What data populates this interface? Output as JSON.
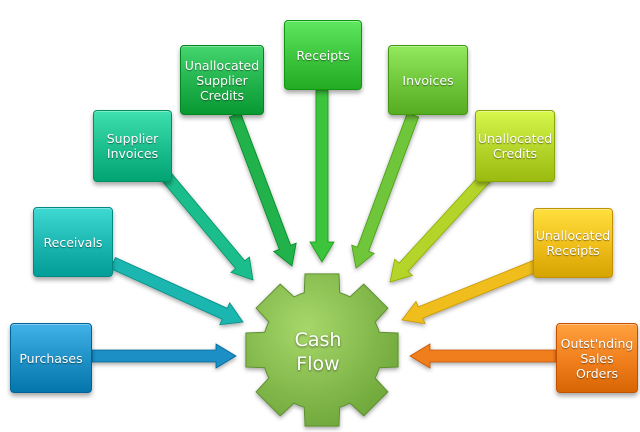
{
  "hub": {
    "label": "Cash\nFlow",
    "color": "#8cc63f"
  },
  "nodes": [
    {
      "id": "purchases",
      "label": "Purchases",
      "color": "#1d8fc4"
    },
    {
      "id": "receivals",
      "label": "Receivals",
      "color": "#1bb6b0"
    },
    {
      "id": "supplier-invoices",
      "label": "Supplier\nInvoices",
      "color": "#1cbd8c"
    },
    {
      "id": "unallocated-supplier-credits",
      "label": "Unallocated\nSupplier\nCredits",
      "color": "#22b24c"
    },
    {
      "id": "receipts",
      "label": "Receipts",
      "color": "#3cc43c"
    },
    {
      "id": "invoices",
      "label": "Invoices",
      "color": "#6fc63a"
    },
    {
      "id": "unallocated-credits",
      "label": "Unallocated\nCredits",
      "color": "#b5d42a"
    },
    {
      "id": "unallocated-receipts",
      "label": "Unallocated\nReceipts",
      "color": "#efbd1a"
    },
    {
      "id": "outstanding-sales-orders",
      "label": "Outst'nding\nSales\nOrders",
      "color": "#f07e1c"
    }
  ]
}
